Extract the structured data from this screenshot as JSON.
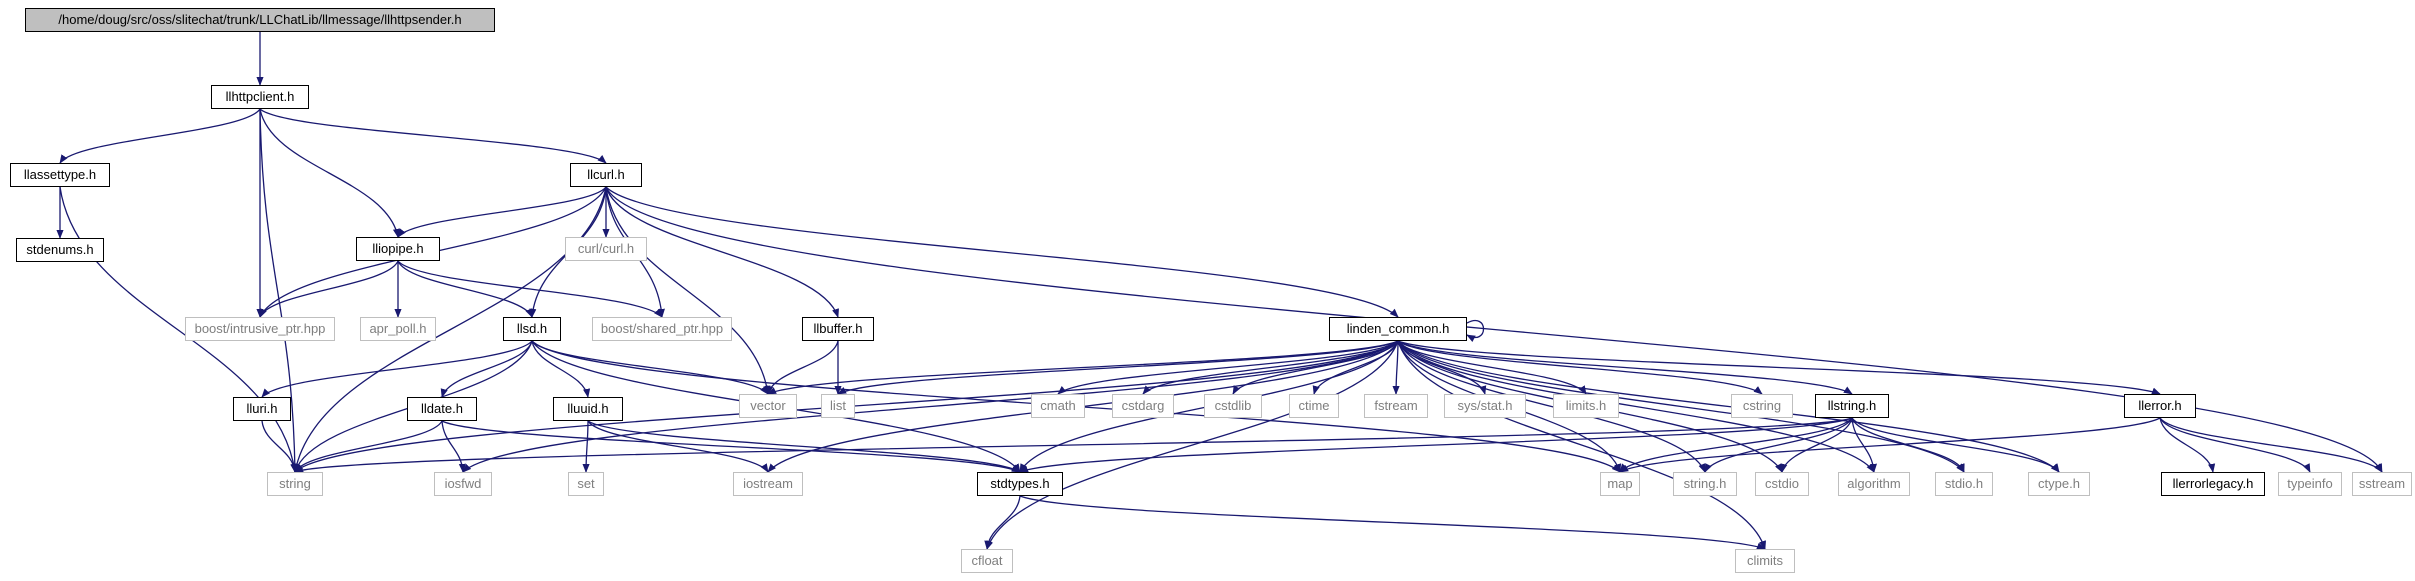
{
  "graph": {
    "nodes": [
      {
        "id": "root",
        "label": "/home/doug/src/oss/slitechat/trunk/LLChatLib/llmessage/llhttpsender.h",
        "kind": "root"
      },
      {
        "id": "llhttpclient",
        "label": "llhttpclient.h",
        "kind": "doc"
      },
      {
        "id": "llassettype",
        "label": "llassettype.h",
        "kind": "doc"
      },
      {
        "id": "stdenums",
        "label": "stdenums.h",
        "kind": "doc"
      },
      {
        "id": "llcurl",
        "label": "llcurl.h",
        "kind": "doc"
      },
      {
        "id": "lliopipe",
        "label": "lliopipe.h",
        "kind": "doc"
      },
      {
        "id": "intrusive",
        "label": "boost/intrusive_ptr.hpp",
        "kind": "sys"
      },
      {
        "id": "apr_poll",
        "label": "apr_poll.h",
        "kind": "sys"
      },
      {
        "id": "shared_ptr",
        "label": "boost/shared_ptr.hpp",
        "kind": "sys"
      },
      {
        "id": "curl",
        "label": "curl/curl.h",
        "kind": "sys"
      },
      {
        "id": "llsd",
        "label": "llsd.h",
        "kind": "doc"
      },
      {
        "id": "llbuffer",
        "label": "llbuffer.h",
        "kind": "doc"
      },
      {
        "id": "linden_common",
        "label": "linden_common.h",
        "kind": "doc"
      },
      {
        "id": "lluri",
        "label": "lluri.h",
        "kind": "doc"
      },
      {
        "id": "lldate",
        "label": "lldate.h",
        "kind": "doc"
      },
      {
        "id": "lluuid",
        "label": "lluuid.h",
        "kind": "doc"
      },
      {
        "id": "vector",
        "label": "vector",
        "kind": "sys"
      },
      {
        "id": "list",
        "label": "list",
        "kind": "sys"
      },
      {
        "id": "cmath",
        "label": "cmath",
        "kind": "sys"
      },
      {
        "id": "cstdarg",
        "label": "cstdarg",
        "kind": "sys"
      },
      {
        "id": "cstdlib",
        "label": "cstdlib",
        "kind": "sys"
      },
      {
        "id": "ctime",
        "label": "ctime",
        "kind": "sys"
      },
      {
        "id": "fstream",
        "label": "fstream",
        "kind": "sys"
      },
      {
        "id": "sysstat",
        "label": "sys/stat.h",
        "kind": "sys"
      },
      {
        "id": "limits",
        "label": "limits.h",
        "kind": "sys"
      },
      {
        "id": "cstring",
        "label": "cstring",
        "kind": "sys"
      },
      {
        "id": "llstring",
        "label": "llstring.h",
        "kind": "doc"
      },
      {
        "id": "llerror",
        "label": "llerror.h",
        "kind": "doc"
      },
      {
        "id": "string",
        "label": "string",
        "kind": "sys"
      },
      {
        "id": "iosfwd",
        "label": "iosfwd",
        "kind": "sys"
      },
      {
        "id": "set",
        "label": "set",
        "kind": "sys"
      },
      {
        "id": "iostream",
        "label": "iostream",
        "kind": "sys"
      },
      {
        "id": "stdtypes",
        "label": "stdtypes.h",
        "kind": "doc"
      },
      {
        "id": "map",
        "label": "map",
        "kind": "sys"
      },
      {
        "id": "stringh",
        "label": "string.h",
        "kind": "sys"
      },
      {
        "id": "cstdio",
        "label": "cstdio",
        "kind": "sys"
      },
      {
        "id": "algorithm",
        "label": "algorithm",
        "kind": "sys"
      },
      {
        "id": "stdioh",
        "label": "stdio.h",
        "kind": "sys"
      },
      {
        "id": "ctypeh",
        "label": "ctype.h",
        "kind": "sys"
      },
      {
        "id": "llerrorlegacy",
        "label": "llerrorlegacy.h",
        "kind": "doc"
      },
      {
        "id": "typeinfo",
        "label": "typeinfo",
        "kind": "sys"
      },
      {
        "id": "sstream",
        "label": "sstream",
        "kind": "sys"
      },
      {
        "id": "cfloat",
        "label": "cfloat",
        "kind": "sys"
      },
      {
        "id": "climits",
        "label": "climits",
        "kind": "sys"
      }
    ],
    "edges": [
      [
        "root",
        "llhttpclient"
      ],
      [
        "llhttpclient",
        "llassettype"
      ],
      [
        "llhttpclient",
        "llcurl"
      ],
      [
        "llhttpclient",
        "lliopipe"
      ],
      [
        "llhttpclient",
        "intrusive"
      ],
      [
        "llhttpclient",
        "string"
      ],
      [
        "llassettype",
        "stdenums"
      ],
      [
        "llassettype",
        "string"
      ],
      [
        "llcurl",
        "intrusive"
      ],
      [
        "llcurl",
        "lliopipe"
      ],
      [
        "llcurl",
        "curl"
      ],
      [
        "llcurl",
        "shared_ptr"
      ],
      [
        "llcurl",
        "llsd"
      ],
      [
        "llcurl",
        "llbuffer"
      ],
      [
        "llcurl",
        "linden_common"
      ],
      [
        "llcurl",
        "vector"
      ],
      [
        "llcurl",
        "string"
      ],
      [
        "llcurl",
        "sstream"
      ],
      [
        "lliopipe",
        "intrusive"
      ],
      [
        "lliopipe",
        "apr_poll"
      ],
      [
        "lliopipe",
        "shared_ptr"
      ],
      [
        "lliopipe",
        "llsd"
      ],
      [
        "llsd",
        "lluri"
      ],
      [
        "llsd",
        "lldate"
      ],
      [
        "llsd",
        "lluuid"
      ],
      [
        "llsd",
        "vector"
      ],
      [
        "llsd",
        "string"
      ],
      [
        "llsd",
        "stdtypes"
      ],
      [
        "llsd",
        "map"
      ],
      [
        "llbuffer",
        "vector"
      ],
      [
        "llbuffer",
        "list"
      ],
      [
        "linden_common",
        "linden_common"
      ],
      [
        "linden_common",
        "vector"
      ],
      [
        "linden_common",
        "list"
      ],
      [
        "linden_common",
        "cmath"
      ],
      [
        "linden_common",
        "cstdarg"
      ],
      [
        "linden_common",
        "cstdlib"
      ],
      [
        "linden_common",
        "ctime"
      ],
      [
        "linden_common",
        "fstream"
      ],
      [
        "linden_common",
        "sysstat"
      ],
      [
        "linden_common",
        "limits"
      ],
      [
        "linden_common",
        "cstring"
      ],
      [
        "linden_common",
        "llstring"
      ],
      [
        "linden_common",
        "llerror"
      ],
      [
        "linden_common",
        "string"
      ],
      [
        "linden_common",
        "iosfwd"
      ],
      [
        "linden_common",
        "iostream"
      ],
      [
        "linden_common",
        "stdtypes"
      ],
      [
        "linden_common",
        "map"
      ],
      [
        "linden_common",
        "stringh"
      ],
      [
        "linden_common",
        "cstdio"
      ],
      [
        "linden_common",
        "algorithm"
      ],
      [
        "linden_common",
        "stdioh"
      ],
      [
        "linden_common",
        "ctypeh"
      ],
      [
        "linden_common",
        "cfloat"
      ],
      [
        "linden_common",
        "climits"
      ],
      [
        "lluri",
        "string"
      ],
      [
        "lldate",
        "string"
      ],
      [
        "lldate",
        "iosfwd"
      ],
      [
        "lldate",
        "stdtypes"
      ],
      [
        "lluuid",
        "set"
      ],
      [
        "lluuid",
        "iostream"
      ],
      [
        "lluuid",
        "stdtypes"
      ],
      [
        "llstring",
        "string"
      ],
      [
        "llstring",
        "stdtypes"
      ],
      [
        "llstring",
        "map"
      ],
      [
        "llstring",
        "stringh"
      ],
      [
        "llstring",
        "cstdio"
      ],
      [
        "llstring",
        "algorithm"
      ],
      [
        "llstring",
        "stdioh"
      ],
      [
        "llstring",
        "ctypeh"
      ],
      [
        "llerror",
        "llerrorlegacy"
      ],
      [
        "llerror",
        "typeinfo"
      ],
      [
        "llerror",
        "sstream"
      ],
      [
        "llerror",
        "map"
      ],
      [
        "stdtypes",
        "cfloat"
      ],
      [
        "stdtypes",
        "climits"
      ]
    ],
    "colors": {
      "edge": "#191970",
      "doc_border": "#000000",
      "sys_border": "#bfbfbf",
      "sys_text": "#7f7f7f",
      "root_fill": "#bfbfbf"
    }
  }
}
